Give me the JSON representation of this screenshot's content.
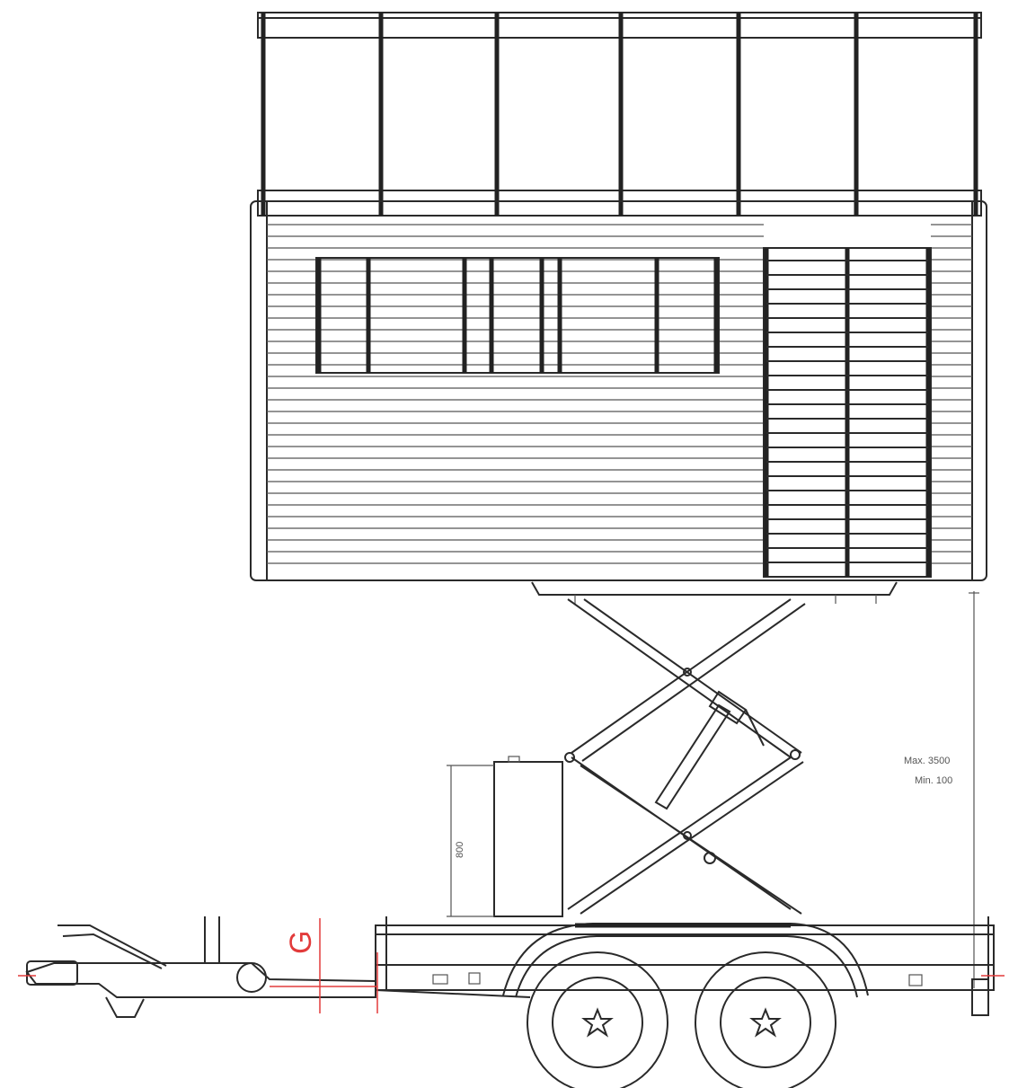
{
  "annotations": {
    "g_marker": "G",
    "height_dim_max": "Max. 3500",
    "height_dim_min": "Min. 100",
    "box_height_dim": "800"
  },
  "colors": {
    "line": "#2a2a2a",
    "marker": "#e23b3b",
    "background": "#ffffff"
  }
}
